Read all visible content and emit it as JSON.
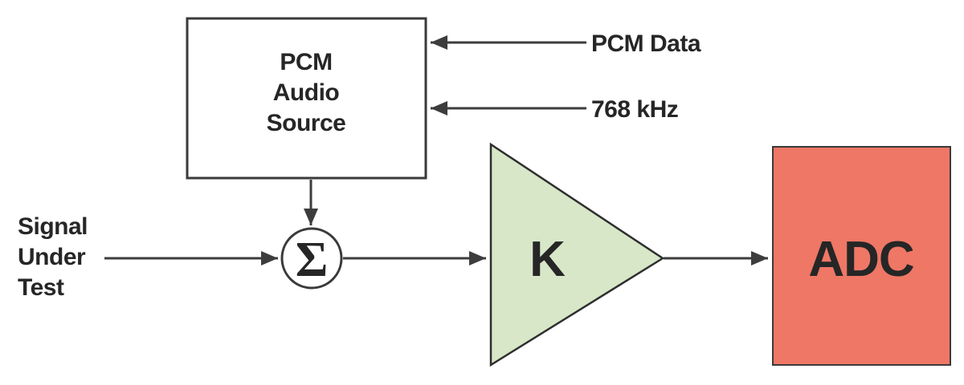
{
  "diagram": {
    "colors": {
      "line": "#3d3d3d",
      "border": "#3a3a3a",
      "amp_fill": "#d7e7c8",
      "adc_fill": "#ef7766",
      "text": "#262626"
    },
    "blocks": {
      "pcm_source": {
        "label_lines": [
          "PCM",
          "Audio",
          "Source"
        ]
      },
      "summer": {
        "symbol": "Σ"
      },
      "amplifier": {
        "label": "K"
      },
      "adc": {
        "label": "ADC"
      }
    },
    "labels": {
      "pcm_data": "PCM Data",
      "clock": "768 kHz",
      "signal_lines": [
        "Signal",
        "Under",
        "Test"
      ]
    }
  }
}
